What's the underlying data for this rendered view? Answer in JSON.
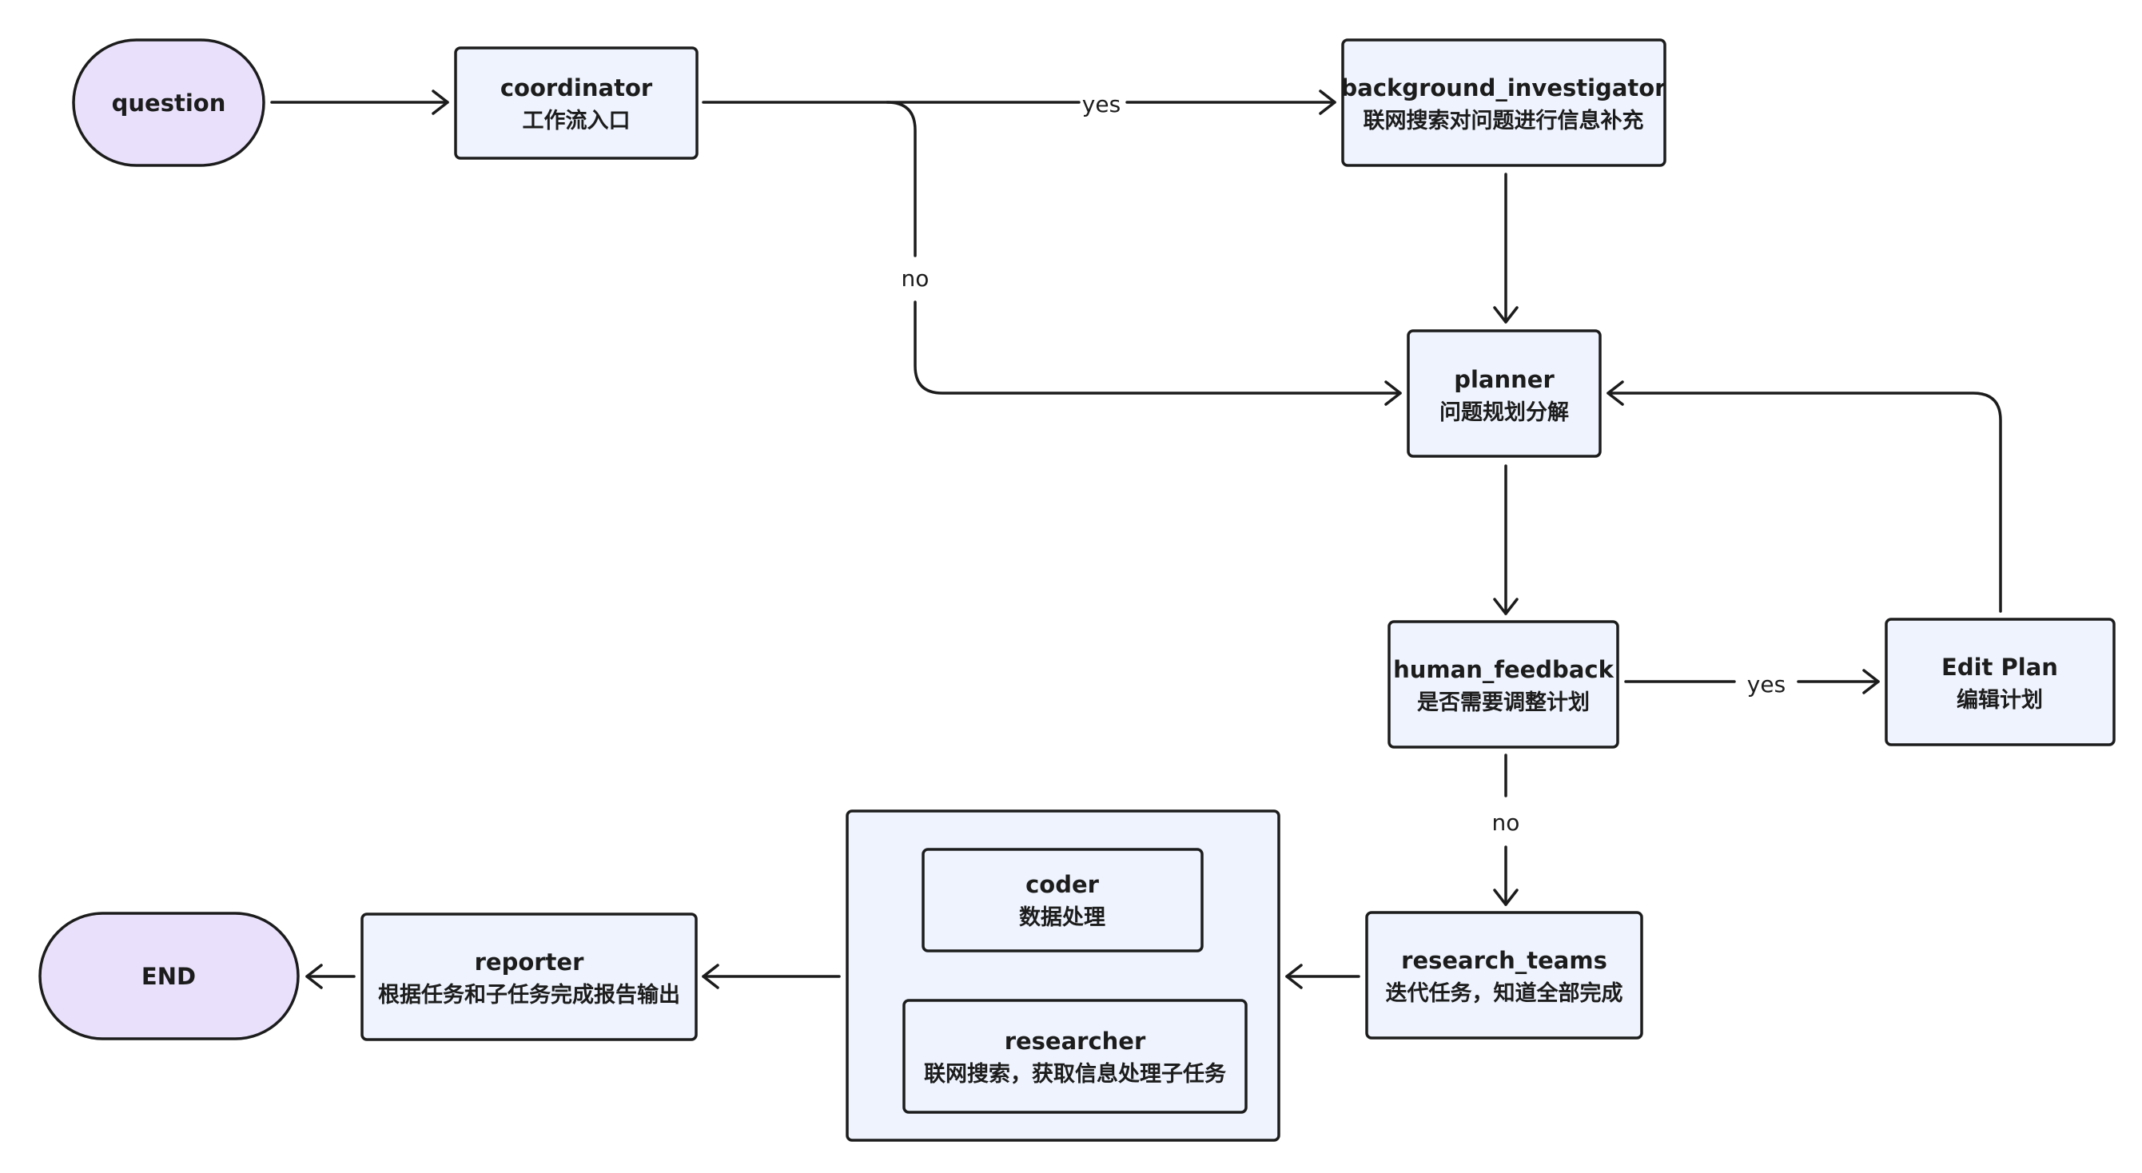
{
  "nodes": {
    "question": {
      "title": "question"
    },
    "coordinator": {
      "title": "coordinator",
      "subtitle": "工作流入口"
    },
    "background_investigator": {
      "title": "background_investigator",
      "subtitle": "联网搜索对问题进行信息补充"
    },
    "planner": {
      "title": "planner",
      "subtitle": "问题规划分解"
    },
    "human_feedback": {
      "title": "human_feedback",
      "subtitle": "是否需要调整计划"
    },
    "edit_plan": {
      "title": "Edit Plan",
      "subtitle": "编辑计划"
    },
    "research_teams": {
      "title": "research_teams",
      "subtitle": "迭代任务，知道全部完成"
    },
    "coder": {
      "title": "coder",
      "subtitle": "数据处理"
    },
    "researcher": {
      "title": "researcher",
      "subtitle": "联网搜索，获取信息处理子任务"
    },
    "reporter": {
      "title": "reporter",
      "subtitle": "根据任务和子任务完成报告输出"
    },
    "end": {
      "title": "END"
    }
  },
  "edges": {
    "coordinator_yes": "yes",
    "coordinator_no": "no",
    "feedback_yes": "yes",
    "feedback_no": "no"
  },
  "colors": {
    "node_fill": "#eef3fd",
    "terminal_fill": "#e9e1fb",
    "stroke": "#1c1c1c"
  }
}
